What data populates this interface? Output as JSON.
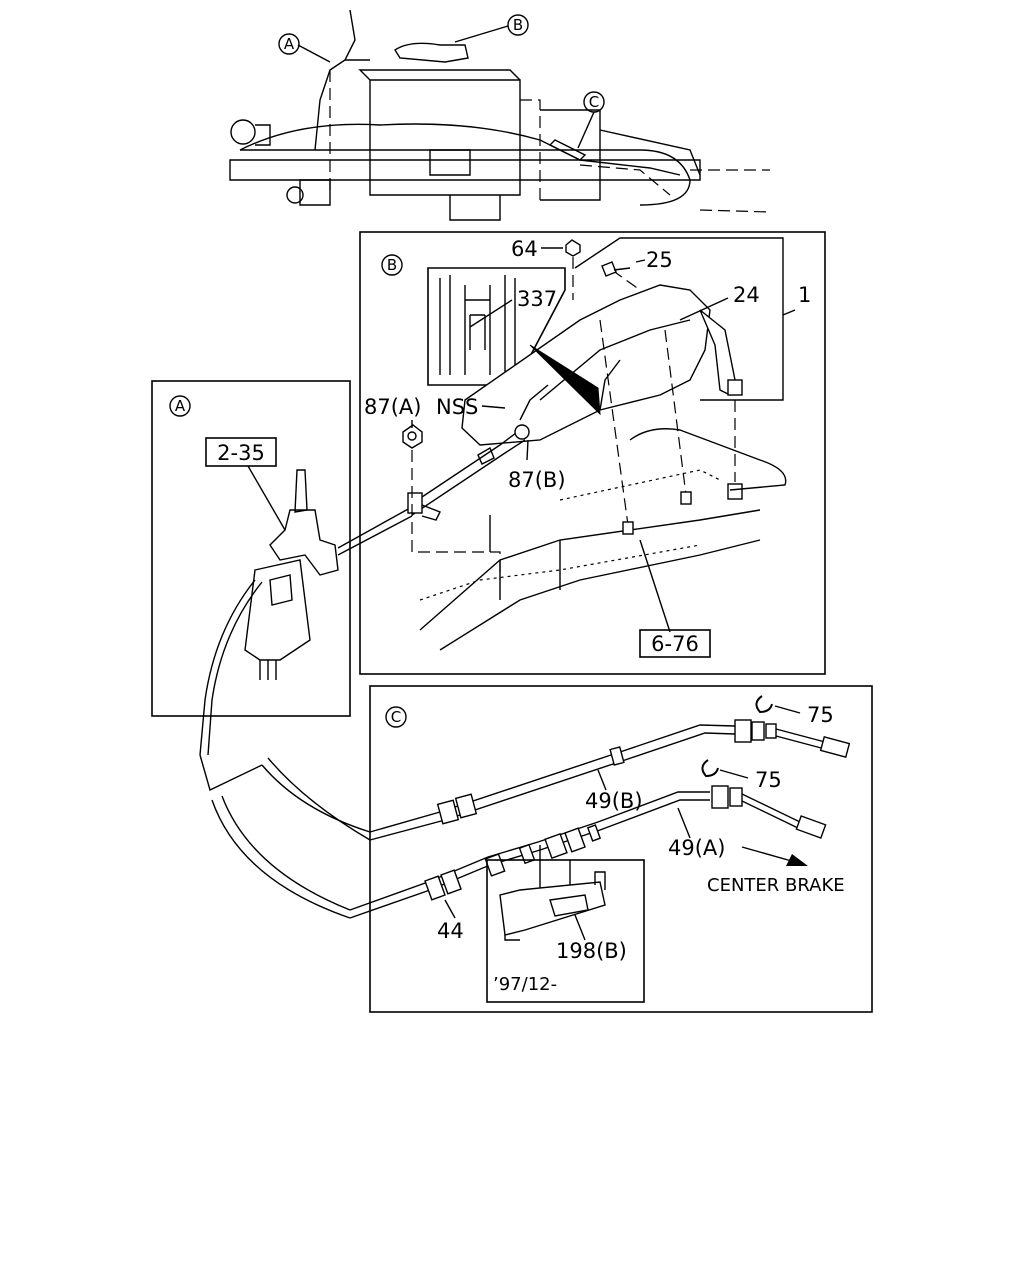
{
  "overview": {
    "callout_a": "A",
    "callout_b": "B",
    "callout_c": "C"
  },
  "detail_a": {
    "marker": "A",
    "ref_box": "2-35"
  },
  "detail_b": {
    "marker": "B",
    "inset_label": "337",
    "labels": {
      "p64": "64",
      "p25": "25",
      "p24": "24",
      "p1": "1",
      "nss": "NSS",
      "p87a": "87(A)",
      "p87b": "87(B)"
    },
    "ref_box": "6-76"
  },
  "detail_c": {
    "marker": "C",
    "labels": {
      "p75_upper": "75",
      "p75_lower": "75",
      "p49b": "49(B)",
      "p49a": "49(A)",
      "center_brake": "CENTER BRAKE",
      "p44": "44",
      "p198b": "198(B)"
    },
    "inset_date": "’97/12-"
  },
  "icons": [
    "arrow-right-icon"
  ]
}
